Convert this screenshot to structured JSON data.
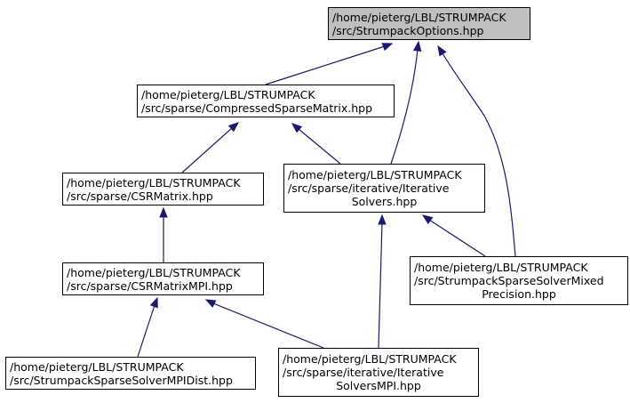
{
  "diagram": {
    "nodes": [
      {
        "id": "n0",
        "lines": [
          "/home/pieterg/LBL/STRUMPACK",
          "/src/StrumpackOptions.hpp"
        ],
        "root": true
      },
      {
        "id": "n1",
        "lines": [
          "/home/pieterg/LBL/STRUMPACK",
          "/src/sparse/CompressedSparseMatrix.hpp"
        ]
      },
      {
        "id": "n2",
        "lines": [
          "/home/pieterg/LBL/STRUMPACK",
          "/src/sparse/CSRMatrix.hpp"
        ]
      },
      {
        "id": "n3",
        "lines": [
          "/home/pieterg/LBL/STRUMPACK",
          "/src/sparse/iterative/Iterative",
          "Solvers.hpp"
        ]
      },
      {
        "id": "n4",
        "lines": [
          "/home/pieterg/LBL/STRUMPACK",
          "/src/sparse/CSRMatrixMPI.hpp"
        ]
      },
      {
        "id": "n5",
        "lines": [
          "/home/pieterg/LBL/STRUMPACK",
          "/src/StrumpackSparseSolverMixed",
          "Precision.hpp"
        ]
      },
      {
        "id": "n6",
        "lines": [
          "/home/pieterg/LBL/STRUMPACK",
          "/src/StrumpackSparseSolverMPIDist.hpp"
        ]
      },
      {
        "id": "n7",
        "lines": [
          "/home/pieterg/LBL/STRUMPACK",
          "/src/sparse/iterative/Iterative",
          "SolversMPI.hpp"
        ]
      }
    ],
    "edges": [
      {
        "from": "n1",
        "to": "n0"
      },
      {
        "from": "n3",
        "to": "n0"
      },
      {
        "from": "n5",
        "to": "n0"
      },
      {
        "from": "n2",
        "to": "n1"
      },
      {
        "from": "n3",
        "to": "n1"
      },
      {
        "from": "n4",
        "to": "n2"
      },
      {
        "from": "n5",
        "to": "n3"
      },
      {
        "from": "n7",
        "to": "n3"
      },
      {
        "from": "n6",
        "to": "n4"
      },
      {
        "from": "n7",
        "to": "n4"
      }
    ],
    "colors": {
      "edge": "#191970",
      "node_border": "#000000",
      "root_fill": "#bfbfbf",
      "node_fill": "#ffffff"
    }
  }
}
